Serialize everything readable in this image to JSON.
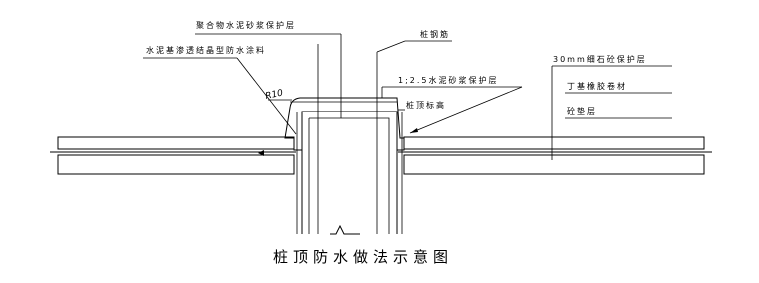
{
  "diagram": {
    "title": "桩顶防水做法示意图",
    "labels": {
      "polymer_mortar": "聚合物水泥砂浆保护层",
      "crystalline_coating": "水泥基渗透结晶型防水涂料",
      "pile_rebar": "桩钢筋",
      "mortar_1_2_5": "1;2.5水泥砂浆保护层",
      "pile_top_elevation": "桩顶标高",
      "fine_stone_concrete": "30mm细石砼保护层",
      "butyl_rubber": "丁基橡胶卷材",
      "cushion": "砼垫层",
      "radius": "R10"
    }
  }
}
